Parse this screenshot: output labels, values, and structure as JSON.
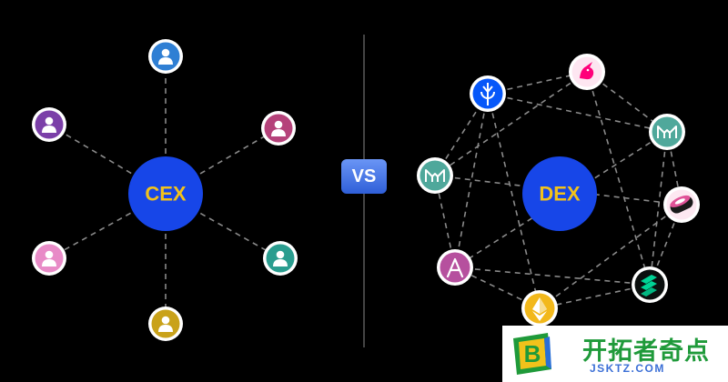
{
  "left": {
    "hub_label": "CEX",
    "hub_color": "#1746e8",
    "hub_text_color": "#f2c21b",
    "users": [
      {
        "name": "user-top",
        "color": "#2f7fd4"
      },
      {
        "name": "user-upper-right",
        "color": "#b5427a"
      },
      {
        "name": "user-lower-right",
        "color": "#2a9d8f"
      },
      {
        "name": "user-bottom",
        "color": "#c9a21a"
      },
      {
        "name": "user-lower-left",
        "color": "#e88bc7"
      },
      {
        "name": "user-upper-left",
        "color": "#7b3fa8"
      }
    ]
  },
  "vs": {
    "label": "VS",
    "color": "#3f71e8"
  },
  "right": {
    "hub_label": "DEX",
    "hub_color": "#1746e8",
    "hub_text_color": "#f2c21b",
    "tokens": [
      {
        "name": "uniswap",
        "icon": "unicorn-icon",
        "color": "#ff007a"
      },
      {
        "name": "yearn",
        "icon": "yearn-icon",
        "color": "#0657f9"
      },
      {
        "name": "maker-right",
        "icon": "maker-icon",
        "color": "#4fa89b"
      },
      {
        "name": "maker-left",
        "icon": "maker-icon",
        "color": "#4fa89b"
      },
      {
        "name": "sushiswap",
        "icon": "sushi-icon",
        "color": "#e05297"
      },
      {
        "name": "aave",
        "icon": "aave-icon",
        "color": "#b6509e"
      },
      {
        "name": "compound",
        "icon": "compound-icon",
        "color": "#00d395"
      },
      {
        "name": "ethereum",
        "icon": "ethereum-icon",
        "color": "#f2b81b"
      }
    ]
  },
  "watermark": {
    "title": "开拓者奇点",
    "url": "JSKTZ.COM",
    "logo_letter": "B"
  }
}
